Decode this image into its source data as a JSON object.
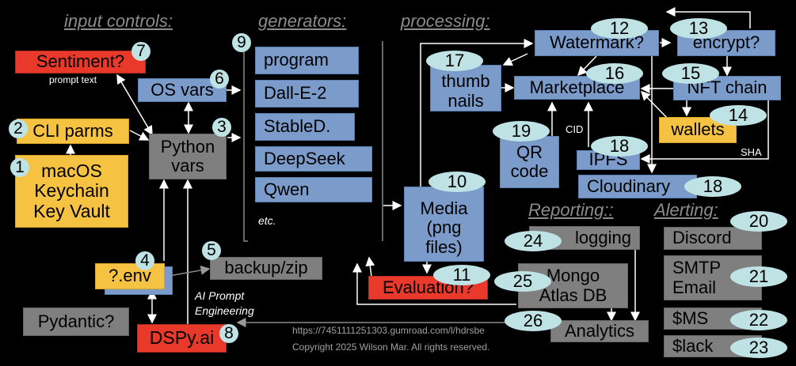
{
  "headings": {
    "input_controls": "input controls:",
    "generators": "generators:",
    "processing": "processing:",
    "reporting": "Reporting::",
    "alerting": "Alerting:"
  },
  "input": {
    "sentiment": "Sentiment?",
    "prompt_text": "prompt text",
    "os_vars": "OS vars",
    "cli_parms": "CLI parms",
    "python_vars_1": "Python",
    "python_vars_2": "vars",
    "keychain_1": "macOS",
    "keychain_2": "Keychain",
    "keychain_3": "Key Vault",
    "env": "?.env",
    "backup": "backup/zip",
    "ai_prompt_1": "AI Prompt",
    "ai_prompt_2": "Engineering",
    "pydantic": "Pydantic?",
    "dspy": "DSPy.ai"
  },
  "generators": {
    "items": [
      "program",
      "Dall-E-2",
      "StableD.",
      "DeepSeek",
      "Qwen"
    ],
    "etc": "etc."
  },
  "processing": {
    "watermark": "Watermark?",
    "encrypt": "encrypt?",
    "thumb_1": "thumb",
    "thumb_2": "nails",
    "marketplace": "Marketplace",
    "nft_chain": "NFT chain",
    "wallets": "wallets",
    "qr_1": "QR",
    "qr_2": "code",
    "cid": "CID",
    "ipfs": "IPFS",
    "sha": "SHA",
    "cloudinary": "Cloudinary",
    "media_1": "Media",
    "media_2": "(png",
    "media_3": "files)",
    "evaluation": "Evaluation?"
  },
  "reporting": {
    "logging": "logging",
    "mongo_1": "Mongo",
    "mongo_2": "Atlas DB",
    "analytics": "Analytics"
  },
  "alerting": {
    "discord": "Discord",
    "smtp_1": "SMTP",
    "smtp_2": "Email",
    "sms": "$MS",
    "slack": "$lack"
  },
  "badges": {
    "b1": "1",
    "b2": "2",
    "b3": "3",
    "b4": "4",
    "b5": "5",
    "b6": "6",
    "b7": "7",
    "b8": "8",
    "b9": "9",
    "b10": "10",
    "b11": "11",
    "b12": "12",
    "b13": "13",
    "b14": "14",
    "b15": "15",
    "b16": "16",
    "b17": "17",
    "b18a": "18",
    "b18b": "18",
    "b19": "19",
    "b20": "20",
    "b21": "21",
    "b22": "22",
    "b23": "23",
    "b24": "24",
    "b25": "25",
    "b26": "26"
  },
  "footer": {
    "url": "https://7451111251303.gumroad.com/l/hdrsbe",
    "copyright": "Copyright 2025 Wilson Mar. All rights reserved."
  },
  "colors": {
    "blue": "#7b9ccb",
    "gray": "#7f7f7f",
    "red": "#e8392a",
    "yellow": "#f6c242",
    "badge": "#bfe3e4"
  }
}
